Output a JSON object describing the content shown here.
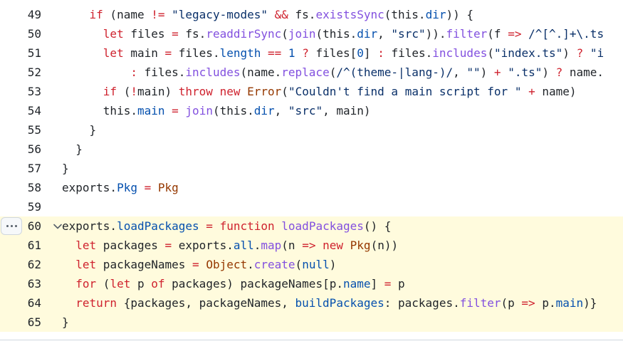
{
  "gutter": {
    "expand_glyph": "…",
    "fold_glyph": "chevron-down"
  },
  "lines": [
    {
      "num": "49",
      "indent": "    ",
      "tokens": [
        {
          "t": "if",
          "c": "k"
        },
        {
          "t": " (name "
        },
        {
          "t": "!=",
          "c": "k"
        },
        {
          "t": " "
        },
        {
          "t": "\"legacy-modes\"",
          "c": "s"
        },
        {
          "t": " "
        },
        {
          "t": "&&",
          "c": "k"
        },
        {
          "t": " fs."
        },
        {
          "t": "existsSync",
          "c": "f"
        },
        {
          "t": "(this."
        },
        {
          "t": "dir",
          "c": "p"
        },
        {
          "t": ")) {"
        }
      ]
    },
    {
      "num": "50",
      "indent": "      ",
      "tokens": [
        {
          "t": "let",
          "c": "k"
        },
        {
          "t": " files "
        },
        {
          "t": "=",
          "c": "k"
        },
        {
          "t": " fs."
        },
        {
          "t": "readdirSync",
          "c": "f"
        },
        {
          "t": "("
        },
        {
          "t": "join",
          "c": "f"
        },
        {
          "t": "(this."
        },
        {
          "t": "dir",
          "c": "p"
        },
        {
          "t": ", "
        },
        {
          "t": "\"src\"",
          "c": "s"
        },
        {
          "t": "))."
        },
        {
          "t": "filter",
          "c": "f"
        },
        {
          "t": "(f "
        },
        {
          "t": "=>",
          "c": "k"
        },
        {
          "t": " "
        },
        {
          "t": "/^[^.]+\\.ts",
          "c": "s"
        }
      ]
    },
    {
      "num": "51",
      "indent": "      ",
      "tokens": [
        {
          "t": "let",
          "c": "k"
        },
        {
          "t": " main "
        },
        {
          "t": "=",
          "c": "k"
        },
        {
          "t": " files."
        },
        {
          "t": "length",
          "c": "p"
        },
        {
          "t": " "
        },
        {
          "t": "==",
          "c": "k"
        },
        {
          "t": " "
        },
        {
          "t": "1",
          "c": "p"
        },
        {
          "t": " "
        },
        {
          "t": "?",
          "c": "k"
        },
        {
          "t": " files["
        },
        {
          "t": "0",
          "c": "p"
        },
        {
          "t": "] "
        },
        {
          "t": ":",
          "c": "k"
        },
        {
          "t": " files."
        },
        {
          "t": "includes",
          "c": "f"
        },
        {
          "t": "("
        },
        {
          "t": "\"index.ts\"",
          "c": "s"
        },
        {
          "t": ") "
        },
        {
          "t": "?",
          "c": "k"
        },
        {
          "t": " "
        },
        {
          "t": "\"i",
          "c": "s"
        }
      ]
    },
    {
      "num": "52",
      "indent": "          ",
      "tokens": [
        {
          "t": ":",
          "c": "k"
        },
        {
          "t": " files."
        },
        {
          "t": "includes",
          "c": "f"
        },
        {
          "t": "(name."
        },
        {
          "t": "replace",
          "c": "f"
        },
        {
          "t": "("
        },
        {
          "t": "/^(theme-|lang-)/",
          "c": "s"
        },
        {
          "t": ", "
        },
        {
          "t": "\"\"",
          "c": "s"
        },
        {
          "t": ") "
        },
        {
          "t": "+",
          "c": "k"
        },
        {
          "t": " "
        },
        {
          "t": "\".ts\"",
          "c": "s"
        },
        {
          "t": ") "
        },
        {
          "t": "?",
          "c": "k"
        },
        {
          "t": " name."
        }
      ]
    },
    {
      "num": "53",
      "indent": "      ",
      "tokens": [
        {
          "t": "if",
          "c": "k"
        },
        {
          "t": " ("
        },
        {
          "t": "!",
          "c": "k"
        },
        {
          "t": "main) "
        },
        {
          "t": "throw",
          "c": "k"
        },
        {
          "t": " "
        },
        {
          "t": "new",
          "c": "k"
        },
        {
          "t": " "
        },
        {
          "t": "Error",
          "c": "c"
        },
        {
          "t": "("
        },
        {
          "t": "\"Couldn't find a main script for \"",
          "c": "s"
        },
        {
          "t": " "
        },
        {
          "t": "+",
          "c": "k"
        },
        {
          "t": " name)"
        }
      ]
    },
    {
      "num": "54",
      "indent": "      ",
      "tokens": [
        {
          "t": "this."
        },
        {
          "t": "main",
          "c": "p"
        },
        {
          "t": " "
        },
        {
          "t": "=",
          "c": "k"
        },
        {
          "t": " "
        },
        {
          "t": "join",
          "c": "f"
        },
        {
          "t": "(this."
        },
        {
          "t": "dir",
          "c": "p"
        },
        {
          "t": ", "
        },
        {
          "t": "\"src\"",
          "c": "s"
        },
        {
          "t": ", main)"
        }
      ]
    },
    {
      "num": "55",
      "indent": "    ",
      "tokens": [
        {
          "t": "}"
        }
      ]
    },
    {
      "num": "56",
      "indent": "  ",
      "tokens": [
        {
          "t": "}"
        }
      ]
    },
    {
      "num": "57",
      "indent": "",
      "tokens": [
        {
          "t": "}"
        }
      ]
    },
    {
      "num": "58",
      "indent": "",
      "tokens": [
        {
          "t": "exports."
        },
        {
          "t": "Pkg",
          "c": "p"
        },
        {
          "t": " "
        },
        {
          "t": "=",
          "c": "k"
        },
        {
          "t": " "
        },
        {
          "t": "Pkg",
          "c": "c"
        }
      ]
    },
    {
      "num": "59",
      "indent": "",
      "tokens": []
    },
    {
      "num": "60",
      "indent": "",
      "hl": true,
      "gutter_btn": true,
      "fold": true,
      "tokens": [
        {
          "t": "exports."
        },
        {
          "t": "loadPackages",
          "c": "p"
        },
        {
          "t": " "
        },
        {
          "t": "=",
          "c": "k"
        },
        {
          "t": " "
        },
        {
          "t": "function",
          "c": "k"
        },
        {
          "t": " "
        },
        {
          "t": "loadPackages",
          "c": "f"
        },
        {
          "t": "() {"
        }
      ]
    },
    {
      "num": "61",
      "indent": "  ",
      "hl": true,
      "tokens": [
        {
          "t": "let",
          "c": "k"
        },
        {
          "t": " packages "
        },
        {
          "t": "=",
          "c": "k"
        },
        {
          "t": " exports."
        },
        {
          "t": "all",
          "c": "p"
        },
        {
          "t": "."
        },
        {
          "t": "map",
          "c": "f"
        },
        {
          "t": "(n "
        },
        {
          "t": "=>",
          "c": "k"
        },
        {
          "t": " "
        },
        {
          "t": "new",
          "c": "k"
        },
        {
          "t": " "
        },
        {
          "t": "Pkg",
          "c": "c"
        },
        {
          "t": "(n))"
        }
      ]
    },
    {
      "num": "62",
      "indent": "  ",
      "hl": true,
      "tokens": [
        {
          "t": "let",
          "c": "k"
        },
        {
          "t": " packageNames "
        },
        {
          "t": "=",
          "c": "k"
        },
        {
          "t": " "
        },
        {
          "t": "Object",
          "c": "c"
        },
        {
          "t": "."
        },
        {
          "t": "create",
          "c": "f"
        },
        {
          "t": "("
        },
        {
          "t": "null",
          "c": "p"
        },
        {
          "t": ")"
        }
      ]
    },
    {
      "num": "63",
      "indent": "  ",
      "hl": true,
      "tokens": [
        {
          "t": "for",
          "c": "k"
        },
        {
          "t": " ("
        },
        {
          "t": "let",
          "c": "k"
        },
        {
          "t": " p "
        },
        {
          "t": "of",
          "c": "k"
        },
        {
          "t": " packages) packageNames[p."
        },
        {
          "t": "name",
          "c": "p"
        },
        {
          "t": "] "
        },
        {
          "t": "=",
          "c": "k"
        },
        {
          "t": " p"
        }
      ]
    },
    {
      "num": "64",
      "indent": "  ",
      "hl": true,
      "tokens": [
        {
          "t": "return",
          "c": "k"
        },
        {
          "t": " {packages, packageNames, "
        },
        {
          "t": "buildPackages",
          "c": "p"
        },
        {
          "t": ": packages."
        },
        {
          "t": "filter",
          "c": "f"
        },
        {
          "t": "(p "
        },
        {
          "t": "=>",
          "c": "k"
        },
        {
          "t": " p."
        },
        {
          "t": "main",
          "c": "p"
        },
        {
          "t": ")}"
        }
      ]
    },
    {
      "num": "65",
      "indent": "",
      "hl": true,
      "tokens": [
        {
          "t": "}"
        }
      ]
    }
  ]
}
